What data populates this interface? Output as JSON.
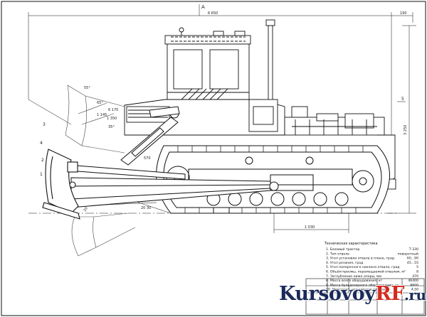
{
  "drawing": {
    "section_mark": "А",
    "dimensions": {
      "overall_length": "6 650",
      "rear_offset": "190",
      "overall_height": "3 250",
      "track_base": "1 030",
      "blade_width": "1 145",
      "blade_angle_label": "6 170",
      "lift_height": "1 350",
      "dig_depth": "570",
      "angle_1": "55°",
      "angle_2": "65°",
      "angle_3": "35°",
      "lower_left": "20°...30°",
      "lower_mid": "20 30",
      "blade_pos_label": "2115"
    },
    "callouts": [
      "1",
      "2",
      "3",
      "4",
      "5"
    ]
  },
  "spec_table": {
    "title": "Техническая характеристика",
    "rows": [
      {
        "label": "1. Базовый трактор",
        "value": "Т-330"
      },
      {
        "label": "2. Тип отвала",
        "value": "поворотный"
      },
      {
        "label": "3. Угол установки отвала в плане, град",
        "value": "60...90"
      },
      {
        "label": "4. Угол резания, град",
        "value": "45...55"
      },
      {
        "label": "5. Угол поперечного наклона отвала, град",
        "value": "5"
      },
      {
        "label": "6. Объём призмы, перемещаемой отвалом, м³",
        "value": "8"
      },
      {
        "label": "7. Заглубление ниже опоры, мм",
        "value": "470"
      },
      {
        "label": "8. Масса всего оборудования, кг",
        "value": "46400"
      },
      {
        "label": "9. Масса бульдозерного оборудования, кг",
        "value": "8600"
      },
      {
        "label": "10. Максимальная ширина отвала, м",
        "value": "4,50"
      }
    ]
  },
  "watermark": {
    "prefix": "Kursovoy",
    "highlight": "RF",
    "suffix": ".ru"
  },
  "colors": {
    "line": "#111111",
    "watermark_dark": "#1a2a5a",
    "watermark_red": "#d42a1e"
  }
}
